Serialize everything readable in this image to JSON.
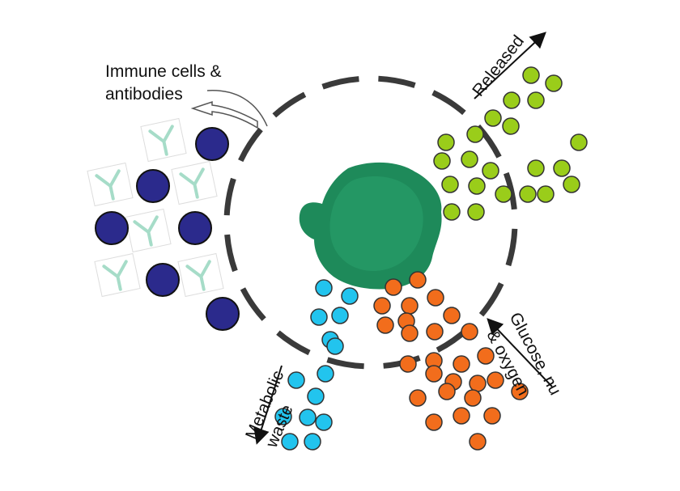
{
  "labels": {
    "immune_line1": "Immune cells &",
    "immune_line2": "antibodies",
    "released": "Released",
    "glucose_line1": "Glucose, nu",
    "glucose_line2": "& oxygen",
    "waste_line1": "Metabolic",
    "waste_line2": "waste"
  },
  "colors": {
    "membrane": "#3a3a3a",
    "immune_cell": "#2b2a8c",
    "antibody": "#a6dcc8",
    "released_particle": "#9acd1a",
    "nutrient_particle": "#f26d1c",
    "waste_particle": "#22c4ee",
    "cell_body": "#1e8a5a"
  },
  "icons": {
    "antibody": "y-shaped-antibody-icon",
    "cell": "green-cell-blob",
    "arrow": "direction-arrow-icon"
  }
}
